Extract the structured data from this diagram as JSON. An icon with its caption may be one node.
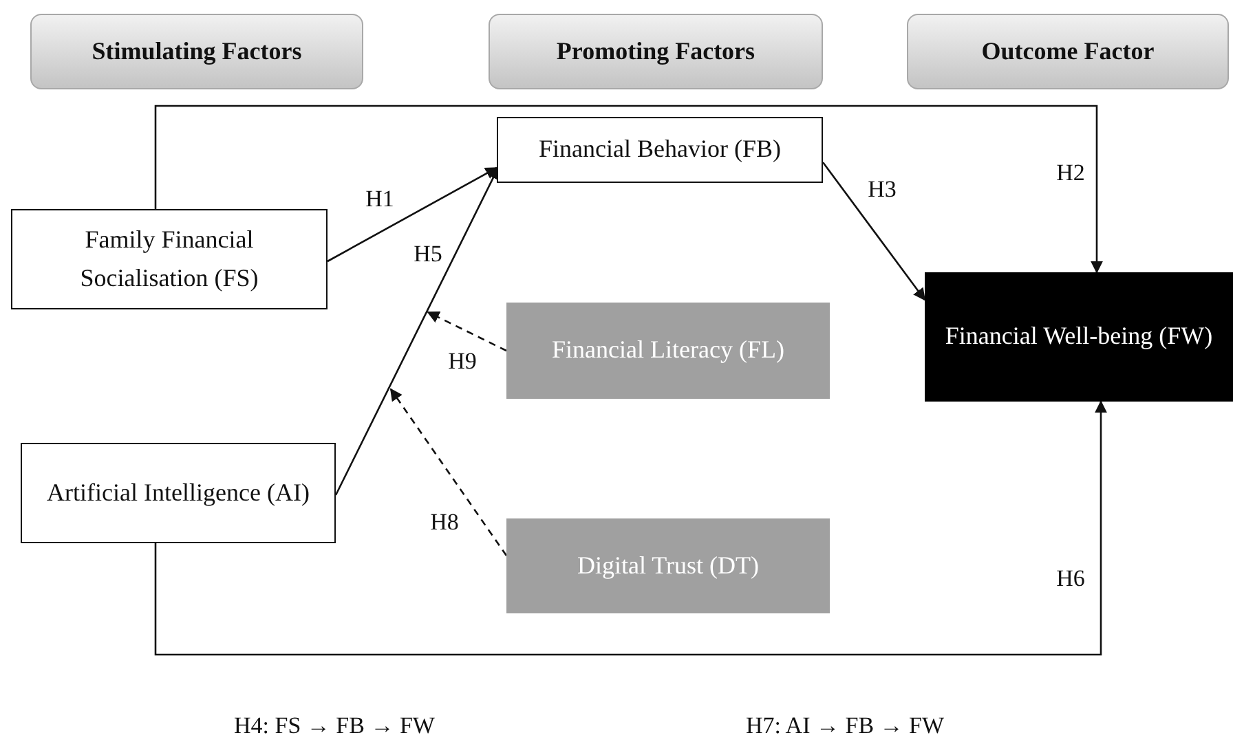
{
  "diagram": {
    "nodes": [
      {
        "text": [
          "Stimulating Factors"
        ]
      },
      {
        "text": [
          "Promoting Factors"
        ]
      },
      {
        "text": [
          "Outcome Factor"
        ]
      },
      {
        "text": [
          "Family Financial Socialisation (FS)"
        ]
      },
      {
        "text": [
          "Financial Behavior (FB)"
        ]
      },
      {
        "text": [
          "Financial Literacy (FL)"
        ]
      },
      {
        "text": [
          "Artificial Intelligence (AI)"
        ]
      },
      {
        "text": [
          "Digital Trust (DT)"
        ]
      },
      {
        "text": [
          "Financial Well-being (FW)"
        ]
      }
    ],
    "edges": [
      {
        "from": 3,
        "to": 4,
        "arrow": "to",
        "label": "H1"
      },
      {
        "from": 4,
        "to": 8,
        "arrow": "to",
        "label": "H3"
      },
      {
        "from": 3,
        "to": 8,
        "arrow": "to",
        "label": "H2"
      },
      {
        "from": 6,
        "to": 4,
        "arrow": "to",
        "label": "H5"
      },
      {
        "from": 5,
        "to": null,
        "arrow": "to",
        "label": "H9",
        "style": "dashed"
      },
      {
        "from": 7,
        "to": null,
        "arrow": "to",
        "label": "H8",
        "style": "dashed"
      },
      {
        "from": 6,
        "to": 8,
        "arrow": "to",
        "label": "H6"
      }
    ],
    "labels": [
      "H4: FS → FB → FW",
      "H7: AI → FB → FW"
    ]
  }
}
